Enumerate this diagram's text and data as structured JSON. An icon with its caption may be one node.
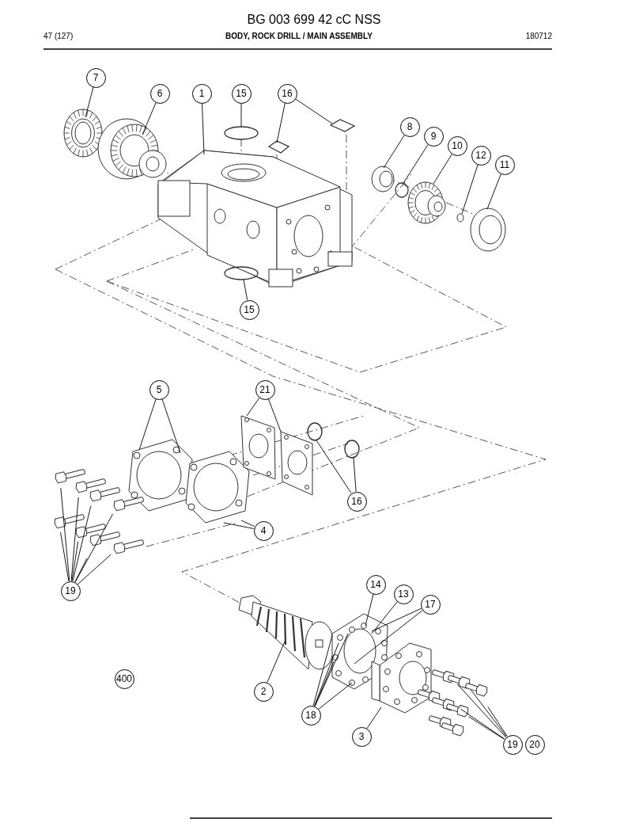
{
  "diagram": {
    "title": "BG 003 699 42 cC NSS",
    "nodes": [
      {
        "text": [
          "7"
        ]
      },
      {
        "text": [
          "6"
        ]
      },
      {
        "text": [
          "1"
        ]
      },
      {
        "text": [
          "15"
        ]
      },
      {
        "text": [
          "16"
        ]
      },
      {
        "text": [
          "8"
        ]
      },
      {
        "text": [
          "9"
        ]
      },
      {
        "text": [
          "10"
        ]
      },
      {
        "text": [
          "12"
        ]
      },
      {
        "text": [
          "11"
        ]
      },
      {
        "text": [
          "15"
        ]
      },
      {
        "text": [
          "5"
        ]
      },
      {
        "text": [
          "21"
        ]
      },
      {
        "text": [
          "16"
        ]
      },
      {
        "text": [
          "4"
        ]
      },
      {
        "text": [
          "19"
        ]
      },
      {
        "text": [
          "14"
        ]
      },
      {
        "text": [
          "13"
        ]
      },
      {
        "text": [
          "17"
        ]
      },
      {
        "text": [
          "400"
        ]
      },
      {
        "text": [
          "2"
        ]
      },
      {
        "text": [
          "18"
        ]
      },
      {
        "text": [
          "3"
        ]
      },
      {
        "text": [
          "19"
        ]
      },
      {
        "text": [
          "20"
        ]
      }
    ],
    "edges": [
      {
        "from": 0,
        "to": null,
        "arrow": "none"
      },
      {
        "from": 1,
        "to": null,
        "arrow": "none"
      },
      {
        "from": 2,
        "to": null,
        "arrow": "none"
      },
      {
        "from": 3,
        "to": null,
        "arrow": "none"
      },
      {
        "from": 4,
        "to": null,
        "arrow": "none"
      },
      {
        "from": 4,
        "to": null,
        "arrow": "none"
      },
      {
        "from": 5,
        "to": null,
        "arrow": "none"
      },
      {
        "from": 6,
        "to": null,
        "arrow": "none"
      },
      {
        "from": 7,
        "to": null,
        "arrow": "none"
      },
      {
        "from": 8,
        "to": null,
        "arrow": "none"
      },
      {
        "from": 9,
        "to": null,
        "arrow": "none"
      },
      {
        "from": 10,
        "to": null,
        "arrow": "none"
      },
      {
        "from": 11,
        "to": null,
        "arrow": "none"
      },
      {
        "from": 11,
        "to": null,
        "arrow": "none"
      },
      {
        "from": 12,
        "to": null,
        "arrow": "none"
      },
      {
        "from": 12,
        "to": null,
        "arrow": "none"
      },
      {
        "from": 13,
        "to": null,
        "arrow": "none"
      },
      {
        "from": 13,
        "to": null,
        "arrow": "none"
      },
      {
        "from": 14,
        "to": null,
        "arrow": "none"
      },
      {
        "from": 14,
        "to": null,
        "arrow": "none"
      },
      {
        "from": 15,
        "to": null,
        "arrow": "none"
      },
      {
        "from": 15,
        "to": null,
        "arrow": "none"
      },
      {
        "from": 15,
        "to": null,
        "arrow": "none"
      },
      {
        "from": 15,
        "to": null,
        "arrow": "none"
      },
      {
        "from": 15,
        "to": null,
        "arrow": "none"
      },
      {
        "from": 15,
        "to": null,
        "arrow": "none"
      },
      {
        "from": 15,
        "to": null,
        "arrow": "none"
      },
      {
        "from": 15,
        "to": null,
        "arrow": "none"
      },
      {
        "from": 16,
        "to": null,
        "arrow": "none"
      },
      {
        "from": 17,
        "to": null,
        "arrow": "none"
      },
      {
        "from": 18,
        "to": null,
        "arrow": "none"
      },
      {
        "from": 18,
        "to": null,
        "arrow": "none"
      },
      {
        "from": 20,
        "to": null,
        "arrow": "none"
      },
      {
        "from": 21,
        "to": null,
        "arrow": "none"
      },
      {
        "from": 21,
        "to": null,
        "arrow": "none"
      },
      {
        "from": 21,
        "to": null,
        "arrow": "none"
      },
      {
        "from": 21,
        "to": null,
        "arrow": "none"
      },
      {
        "from": 21,
        "to": null,
        "arrow": "none"
      },
      {
        "from": 22,
        "to": null,
        "arrow": "none"
      },
      {
        "from": 23,
        "to": null,
        "arrow": "none"
      },
      {
        "from": 23,
        "to": null,
        "arrow": "none"
      },
      {
        "from": 23,
        "to": null,
        "arrow": "none"
      },
      {
        "from": 23,
        "to": null,
        "arrow": "none"
      },
      {
        "from": 23,
        "to": null,
        "arrow": "none"
      }
    ],
    "labels": [
      "47 (127)",
      "BODY, ROCK DRILL / MAIN ASSEMBLY",
      "180712"
    ]
  }
}
